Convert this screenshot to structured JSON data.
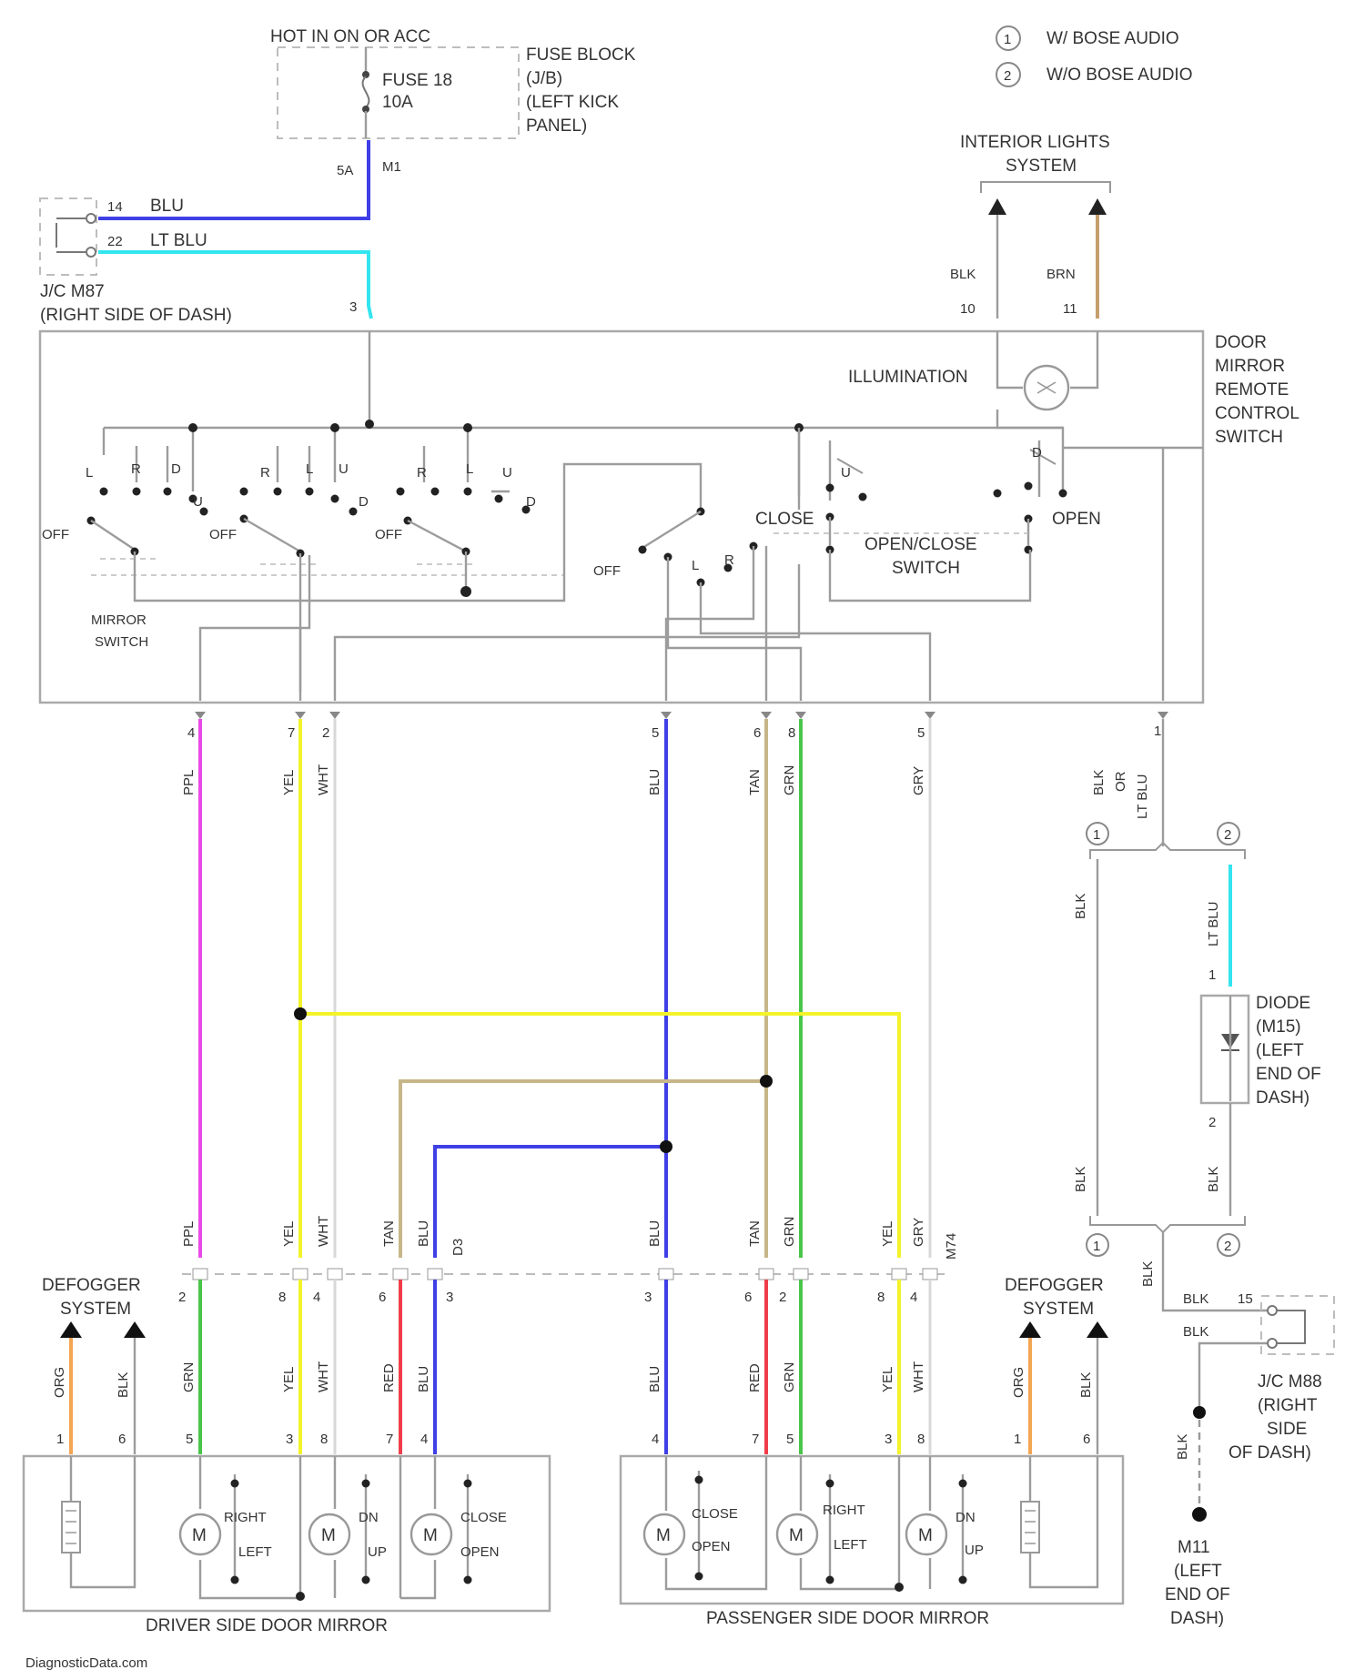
{
  "legend": {
    "item1": "W/ BOSE AUDIO",
    "item2": "W/O BOSE AUDIO",
    "num1": "1",
    "num2": "2"
  },
  "power": {
    "hot": "HOT IN ON OR ACC",
    "fuse_name": "FUSE 18",
    "fuse_amp": "10A",
    "fuse_block": [
      "FUSE BLOCK",
      "(J/B)",
      "(LEFT KICK",
      "PANEL)"
    ],
    "pin_left": "5A",
    "pin_right": "M1"
  },
  "jc_m87": {
    "pin14": "14",
    "wire14": "BLU",
    "pin22": "22",
    "wire22": "LT BLU",
    "name": "J/C M87",
    "location": "(RIGHT SIDE OF DASH)"
  },
  "interior_lights": {
    "title": [
      "INTERIOR LIGHTS",
      "SYSTEM"
    ],
    "wire_left": "BLK",
    "wire_right": "BRN",
    "pin_left": "10",
    "pin_right": "11"
  },
  "remote_switch": {
    "name": [
      "DOOR",
      "MIRROR",
      "REMOTE",
      "CONTROL",
      "SWITCH"
    ],
    "illumination": "ILLUMINATION",
    "pin_top": "3",
    "mirror_switch": [
      "MIRROR",
      "SWITCH"
    ],
    "openclose_switch": [
      "OPEN/CLOSE",
      "SWITCH"
    ],
    "off": "OFF",
    "close": "CLOSE",
    "open": "OPEN",
    "L": "L",
    "R": "R",
    "U": "U",
    "D": "D"
  },
  "harness_top": [
    {
      "pin": "4",
      "color": "PPL"
    },
    {
      "pin": "7",
      "color": "YEL"
    },
    {
      "pin": "2",
      "color": "WHT"
    },
    {
      "pin": "5",
      "color": "BLU"
    },
    {
      "pin": "6",
      "color": "TAN"
    },
    {
      "pin": "8",
      "color": "GRN"
    },
    {
      "pin": "5",
      "color": "GRY"
    }
  ],
  "ground_path": {
    "pin1": "1",
    "wire_top": [
      "BLK",
      "OR",
      "LT BLU"
    ],
    "wire_left": "BLK",
    "wire_right": "LT BLU",
    "diode": [
      "DIODE",
      "(M15)",
      "(LEFT",
      "END OF",
      "DASH)"
    ],
    "diode_pin_top": "1",
    "diode_pin_bottom": "2",
    "wire_left2": "BLK",
    "wire_right2": "BLK",
    "wire_common": "BLK",
    "pin15": "15",
    "jc_m88": [
      "J/C M88",
      "(RIGHT",
      "SIDE",
      "OF DASH)"
    ],
    "ground": [
      "M11",
      "(LEFT",
      "END OF",
      "DASH)"
    ]
  },
  "defogger": [
    "DEFOGGER",
    "SYSTEM"
  ],
  "harness_mid_driver": [
    {
      "pin": "2",
      "upper": "PPL",
      "lower": "GRN"
    },
    {
      "pin": "8",
      "upper": "YEL",
      "lower": "YEL"
    },
    {
      "pin": "4",
      "upper": "WHT",
      "lower": "WHT"
    },
    {
      "pin": "6",
      "upper": "TAN",
      "lower": "RED"
    },
    {
      "pin": "3",
      "upper": "BLU",
      "lower": "BLU"
    }
  ],
  "harness_mid_pass": [
    {
      "pin": "3",
      "upper": "BLU",
      "lower": "BLU"
    },
    {
      "pin": "6",
      "upper": "TAN",
      "lower": "RED"
    },
    {
      "pin": "2",
      "upper": "GRN",
      "lower": "GRN"
    },
    {
      "pin": "8",
      "upper": "YEL",
      "lower": "YEL"
    },
    {
      "pin": "4",
      "upper": "GRY",
      "lower": "WHT"
    }
  ],
  "mid_connector_label": "M74",
  "mid_connector_label_driver": "D3",
  "mirror_bottom": {
    "driver_def_wires": [
      "ORG",
      "BLK"
    ],
    "driver_def_pins": [
      "1",
      "6"
    ],
    "driver_pins": [
      "5",
      "3",
      "8",
      "7",
      "4"
    ],
    "pass_pins": [
      "4",
      "7",
      "5",
      "3",
      "8"
    ],
    "pass_def_wires": [
      "ORG",
      "BLK"
    ],
    "pass_def_pins": [
      "1",
      "6"
    ],
    "motor": "M",
    "right": "RIGHT",
    "left": "LEFT",
    "dn": "DN",
    "up": "UP",
    "close": "CLOSE",
    "open": "OPEN"
  },
  "driver_mirror_title": "DRIVER SIDE DOOR MIRROR",
  "passenger_mirror_title": "PASSENGER SIDE DOOR MIRROR",
  "watermark": "DiagnosticData.com",
  "colors": {
    "blue": "#3f3fe6",
    "cyan": "#33e5ee",
    "purple": "#e94be9",
    "yellow": "#f3f32a",
    "tan": "#c6b688",
    "green": "#49c549",
    "red": "#ef3e4a",
    "orange": "#f3a552",
    "brown": "#c6a06c",
    "gray": "#9c9c9c"
  }
}
